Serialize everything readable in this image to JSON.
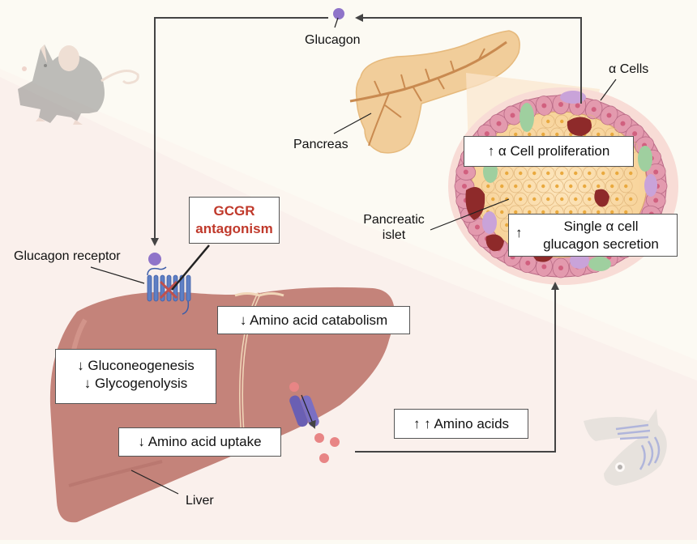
{
  "labels": {
    "glucagon": "Glucagon",
    "pancreas": "Pancreas",
    "alpha_cells": "α Cells",
    "pancreatic_islet_line1": "Pancreatic",
    "pancreatic_islet_line2": "islet",
    "glucagon_receptor": "Glucagon receptor",
    "liver": "Liver"
  },
  "boxes": {
    "gcgr_line1": "GCGR",
    "gcgr_line2": "antagonism",
    "alpha_proliferation": "↑ α Cell proliferation",
    "secretion_arrow": "↑",
    "secretion_line1": "Single α cell",
    "secretion_line2": "glucagon secretion",
    "amino_catabolism": "↓ Amino acid catabolism",
    "gluconeogenesis": "↓ Gluconeogenesis",
    "glycogenolysis": "↓ Glycogenolysis",
    "amino_uptake": "↓ Amino acid uptake",
    "amino_acids": "↑ ↑ Amino acids"
  },
  "colors": {
    "background": "#fcfaf3",
    "pink_band": "#f9eeeb",
    "liver": "#c4837a",
    "pancreas": "#f1cd9a",
    "alpha_cell": "#e39aae",
    "glucagon": "#8f74c9",
    "amino_acid": "#e88585",
    "receptor": "#5e7fc4",
    "antagonism_red": "#c0392b",
    "arrow": "#444444"
  }
}
